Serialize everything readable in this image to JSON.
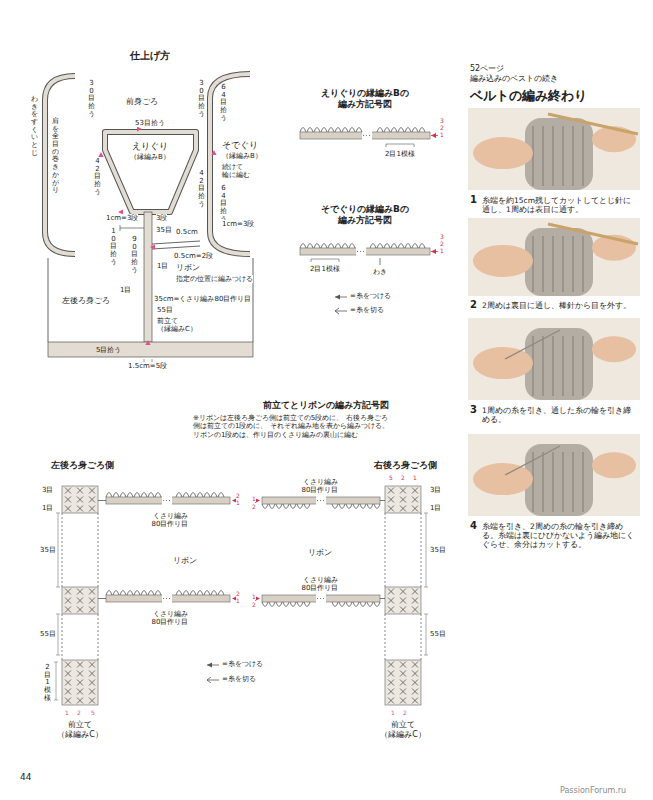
{
  "diagram": {
    "labels": [
      "仕上げ方",
      "前身ごろ",
      "53目拾う",
      "30目拾う",
      "30目拾う",
      "えりぐり",
      "（縁編みB）",
      "1cm=3段",
      "42目拾う",
      "42目拾う",
      "10目拾う",
      "3段",
      "90目拾う",
      "35目",
      "0.5cm",
      "0.5cm=2段",
      "1目",
      "リボン",
      "指定の位置に編みつける",
      "1目",
      "35cm=くさり編み80目作り目",
      "55目",
      "前立て （縁編みC）",
      "左後ろ身ごろ",
      "5目拾う",
      "1.5cm=5段",
      "そでぐり",
      "（縁編みB）",
      "続けて 輪に編む",
      "64目拾う",
      "64目拾う",
      "1cm=3段",
      "肩を全目の巻きかがり",
      "わきをすくいとじ",
      "えりぐりの縁編みBの 編み方記号図",
      "3",
      "2",
      "1",
      "2目1模様",
      "そでぐりの縁編みBの 編み方記号図",
      "3",
      "2",
      "1",
      "2目1模様",
      "わき",
      "52ページ 編み込みのベストの続き",
      "ベルトの編み終わり",
      "1",
      "糸端を約15cm残してカットしてとじ針に通し、1周めは表目に通す。",
      "2",
      "2周めは裏目に通し、棒針から目を外す。",
      "3",
      "1周めの糸を引き、通した糸の輪を引き締める。",
      "4",
      "糸端を引き、2周めの糸の輪を引き締める。糸端は裏にひびかないよう編み地にくぐらせ、余分はカットする。",
      "前立てとリボンの編み方記号図",
      "※リボンは左後ろ身ごろ側は前立ての5段めに、 右後ろ身ごろ側は前立ての1段めに、 それぞれ編み地を表から編みつける。 リボンの1段めは、作り目のくさり編みの裏山に編む",
      "左後ろ身ごろ側",
      "3目",
      "1目",
      "35目",
      "55目",
      "2目1模様",
      "1",
      "2",
      "5",
      "前立て （縁編みC）",
      "くさり編み 80目作り目",
      "リボン",
      "くさり編み 80目作り目",
      "2",
      "1",
      "2",
      "1",
      "右後ろ身ごろ側",
      "くさり編み 80目作り目",
      "リボン",
      "くさり編み 80目作り目",
      "1",
      "2",
      "1",
      "2",
      "5",
      "2",
      "1",
      "3目",
      "1目",
      "35目",
      "55目",
      "1",
      "2",
      "前立て （縁編みC）",
      "44",
      "PassionForum.ru"
    ],
    "legend": [
      {
        "text": "=糸をつける"
      },
      {
        "text": "=糸を切る"
      },
      {
        "text": "=糸をつける"
      },
      {
        "text": "=糸を切る"
      }
    ]
  }
}
